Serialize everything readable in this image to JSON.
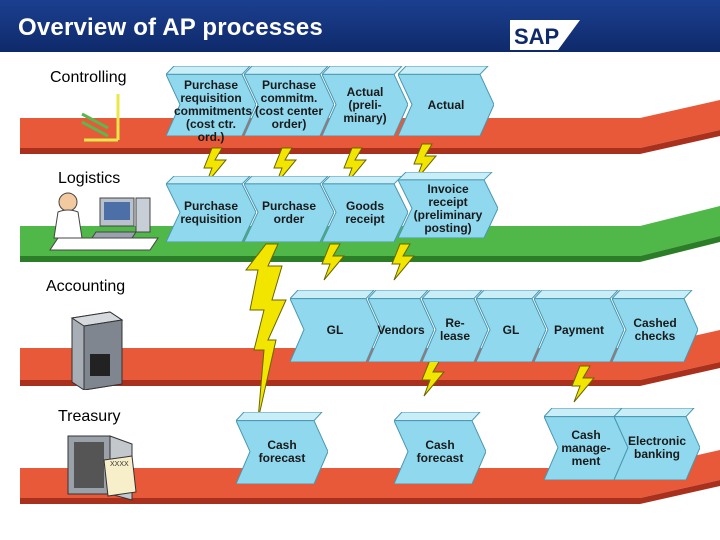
{
  "header": {
    "title": "Overview of AP processes",
    "logo": "SAP"
  },
  "lanes": {
    "controlling": "Controlling",
    "logistics": "Logistics",
    "accounting": "Accounting",
    "treasury": "Treasury"
  },
  "controlling_steps": [
    "Purchase\nrequisition\ncommitments\n(cost ctr. ord.)",
    "Purchase\ncommitm.\n(cost center\norder)",
    "Actual\n(preli-\nminary)",
    "Actual"
  ],
  "logistics_steps": [
    "Purchase\nrequisition",
    "Purchase\norder",
    "Goods\nreceipt",
    "Invoice\nreceipt\n(preliminary\nposting)"
  ],
  "accounting_steps": [
    "GL",
    "Vendors",
    "Re-\nlease",
    "GL",
    "Payment",
    "Cashed\nchecks"
  ],
  "treasury_steps": [
    "Cash\nforecast",
    "Cash\nforecast",
    "Cash\nmanage-\nment",
    "Electronic\nbanking"
  ],
  "colors": {
    "header": "#1b3f8f",
    "controlling_band": "#e8593a",
    "logistics_band": "#4fb848",
    "accounting_band": "#e8593a",
    "treasury_band": "#e8593a",
    "chevron": "#8fd8ee",
    "lightning": "#f2e600"
  },
  "icons": [
    "sap-logo",
    "lightning-icon",
    "worker-at-computer-icon",
    "server-icon",
    "safe-icon"
  ]
}
